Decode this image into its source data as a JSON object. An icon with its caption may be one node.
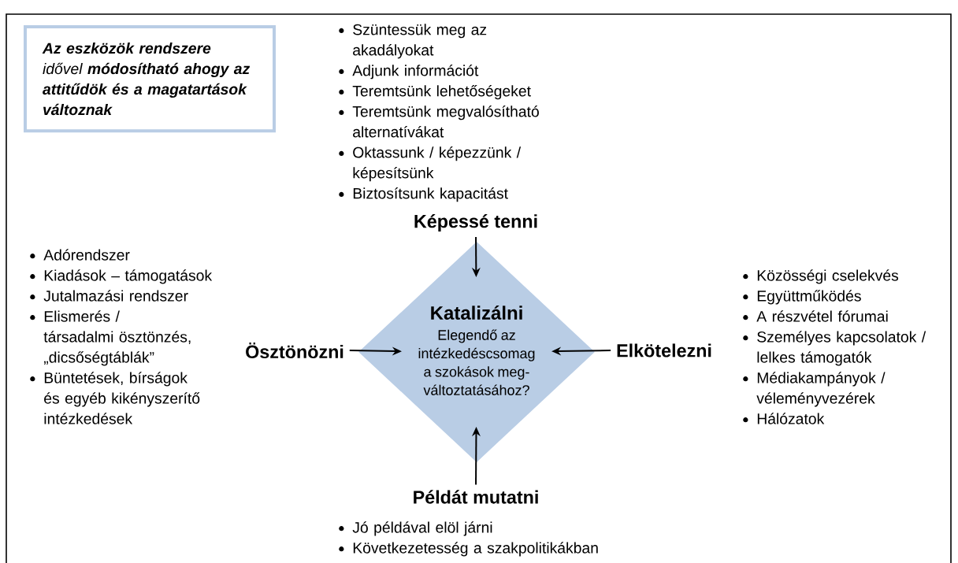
{
  "diagram": {
    "nodes": [
      {
        "text": [
          "**Az eszközök rendszere** idővel **módosítható ahogy az attitűdök és a magatartások változnak**"
        ]
      },
      {
        "text": [
          "Képessé tenni"
        ],
        "beside": [
          "Szüntessük meg az akadályokat",
          "Adjunk információt",
          "Teremtsünk lehetőségeket",
          "Teremtsünk megvalósítható alternatívákat",
          "Oktassunk / képezzünk / képesítsünk",
          "Biztosítsunk kapacitást"
        ]
      },
      {
        "text": [
          "Ösztönözni"
        ],
        "beside": [
          "Adórendszer",
          "Kiadások – támogatások",
          "Jutalmazási rendszer",
          "Elismerés / társadalmi ösztönzés, „dicsőségtáblák”",
          "Büntetések, bírságok és egyéb kikényszerítő intézkedések"
        ]
      },
      {
        "text": [
          "Katalizálni",
          "Elegendő az intézkedéscsomag a szokások meg- változtatásához?"
        ]
      },
      {
        "text": [
          "Elkötelezni"
        ],
        "beside": [
          "Közösségi cselekvés",
          "Együttműködés",
          "A részvétel fórumai",
          "Személyes kapcsolatok / lelkes támogatók",
          "Médiakampányok / véleményvezérek",
          "Hálózatok"
        ]
      },
      {
        "text": [
          "Példát mutatni"
        ],
        "beside": [
          "Jó példával elöl járni",
          "Következetesség a szakpolitikákban"
        ]
      }
    ],
    "edges": [
      {
        "from": 1,
        "to": 3,
        "arrow": "to"
      },
      {
        "from": 2,
        "to": 3,
        "arrow": "to"
      },
      {
        "from": 4,
        "to": 3,
        "arrow": "to"
      },
      {
        "from": 5,
        "to": 3,
        "arrow": "to"
      }
    ]
  }
}
